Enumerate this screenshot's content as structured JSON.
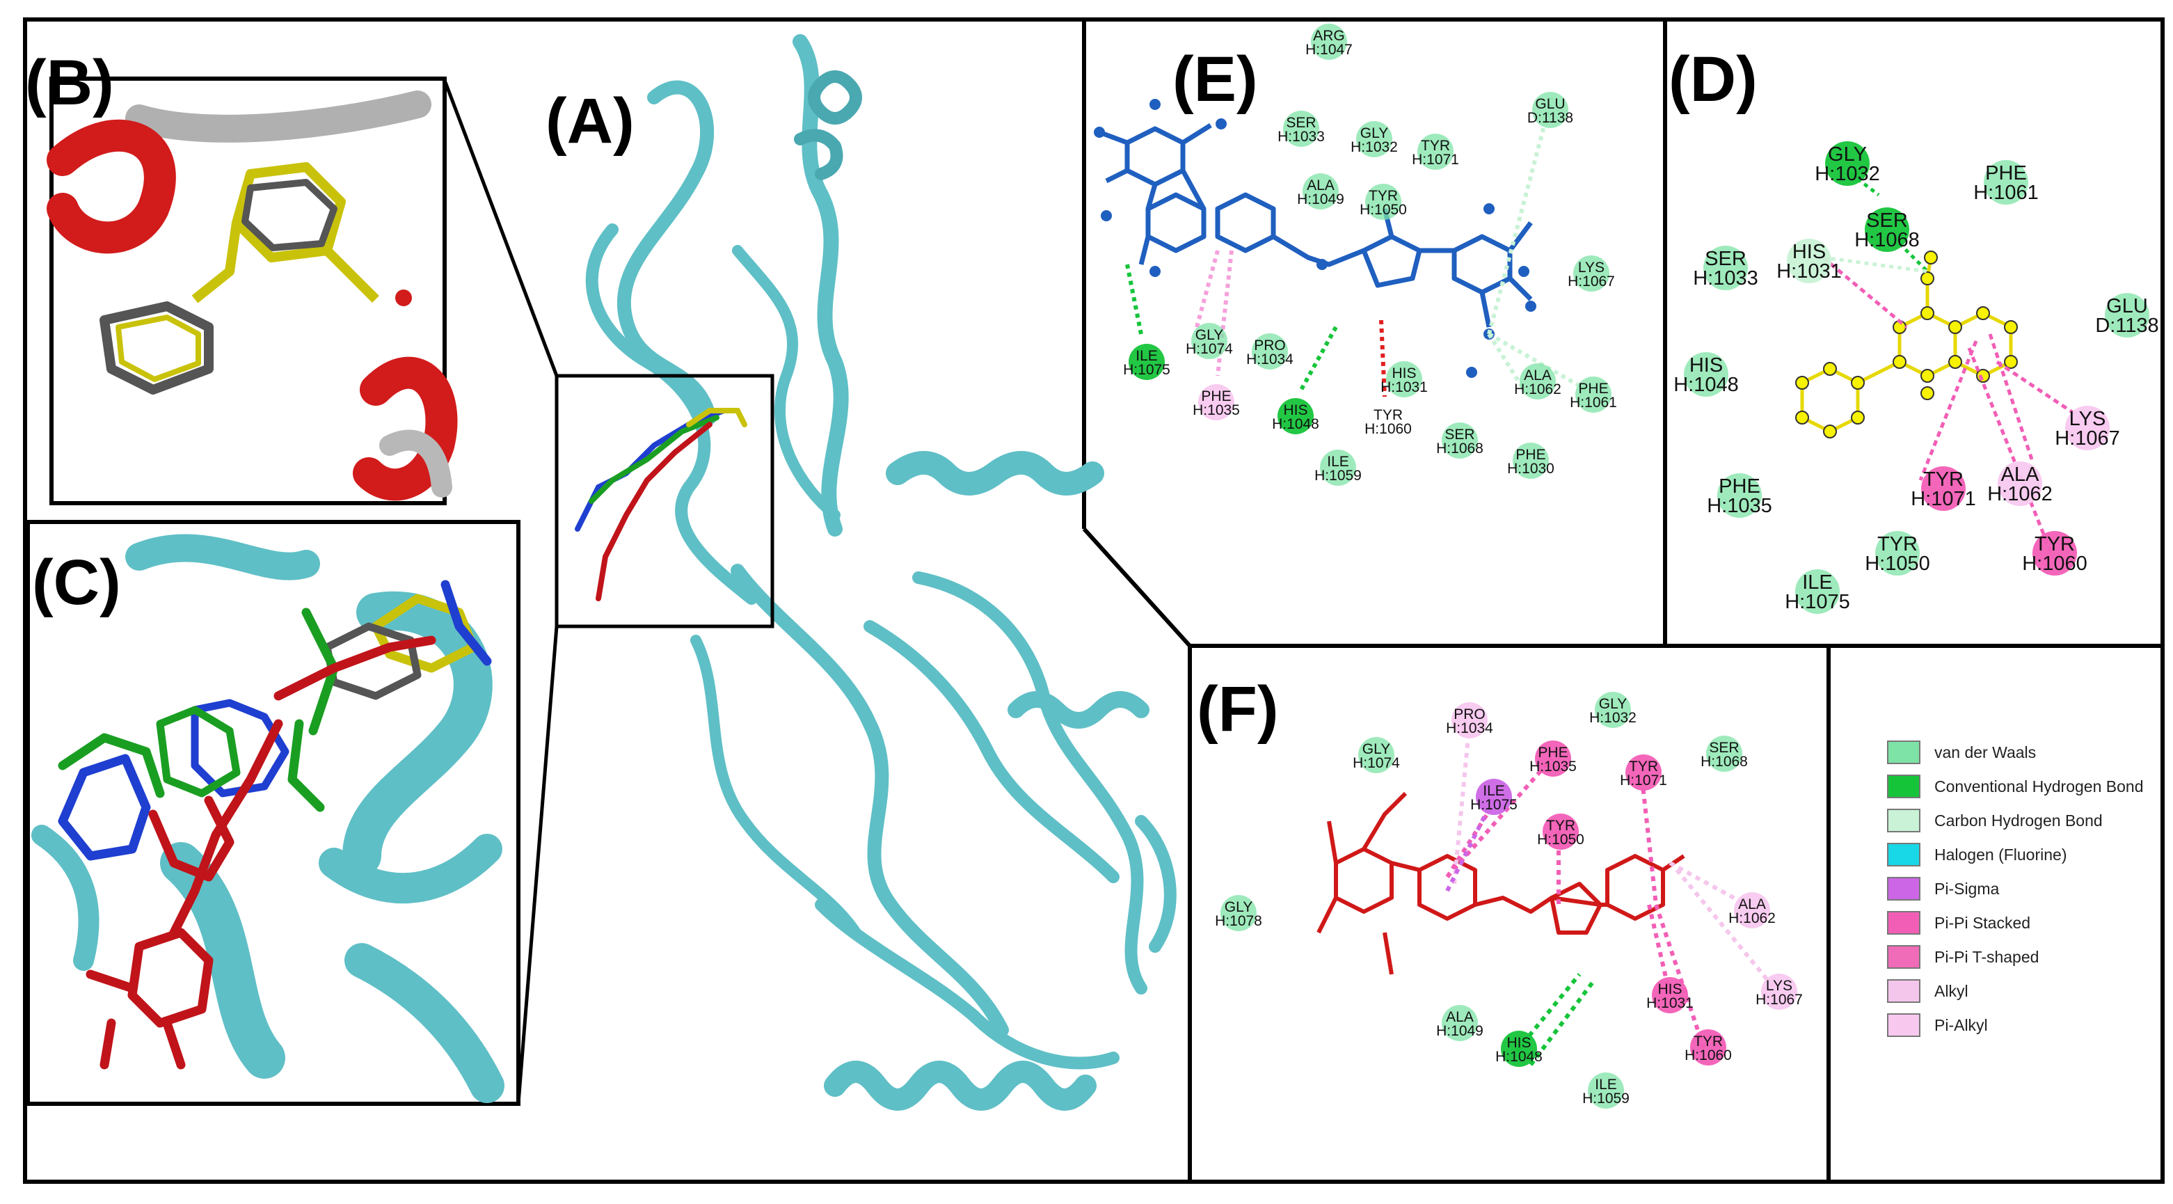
{
  "figure": {
    "panels": {
      "A": "(A)",
      "B": "(B)",
      "C": "(C)",
      "D": "(D)",
      "E": "(E)",
      "F": "(F)"
    },
    "colors": {
      "protein_ribbon": "#5fbfc6",
      "ligand_blue": "#1f3fd0",
      "ligand_green": "#1a9e22",
      "ligand_red": "#c0141a",
      "ligand_yellow": "#c9c20a",
      "ligand_grey": "#555555",
      "vdw": "#7ee3a6",
      "hbond": "#16c43a",
      "carbon_hbond": "#c9f2d6",
      "halogen": "#18d7e6",
      "pi_sigma": "#cc66e6",
      "pi_pi_stacked": "#f25eb6",
      "pi_pi_tshaped": "#f06bb8",
      "alkyl": "#f5c6ec",
      "pi_alkyl": "#f8c8ef"
    },
    "panel_E": {
      "residues": [
        {
          "code": "ARG",
          "num": "H:1047",
          "type": "vdw"
        },
        {
          "code": "SER",
          "num": "H:1033",
          "type": "vdw"
        },
        {
          "code": "GLY",
          "num": "H:1032",
          "type": "vdw"
        },
        {
          "code": "TYR",
          "num": "H:1071",
          "type": "vdw"
        },
        {
          "code": "GLU",
          "num": "D:1138",
          "type": "vdw"
        },
        {
          "code": "ALA",
          "num": "H:1049",
          "type": "vdw"
        },
        {
          "code": "TYR",
          "num": "H:1050",
          "type": "vdw"
        },
        {
          "code": "LYS",
          "num": "H:1067",
          "type": "vdw"
        },
        {
          "code": "ILE",
          "num": "H:1075",
          "type": "hbond"
        },
        {
          "code": "GLY",
          "num": "H:1074",
          "type": "vdw"
        },
        {
          "code": "PRO",
          "num": "H:1034",
          "type": "vdw"
        },
        {
          "code": "PHE",
          "num": "H:1035",
          "type": "pi_alkyl"
        },
        {
          "code": "HIS",
          "num": "H:1048",
          "type": "hbond"
        },
        {
          "code": "HIS",
          "num": "H:1031",
          "type": "vdw"
        },
        {
          "code": "TYR",
          "num": "H:1060",
          "type": "none"
        },
        {
          "code": "ALA",
          "num": "H:1062",
          "type": "vdw"
        },
        {
          "code": "PHE",
          "num": "H:1061",
          "type": "vdw"
        },
        {
          "code": "SER",
          "num": "H:1068",
          "type": "vdw"
        },
        {
          "code": "PHE",
          "num": "H:1030",
          "type": "vdw"
        },
        {
          "code": "ILE",
          "num": "H:1059",
          "type": "vdw"
        }
      ]
    },
    "panel_D": {
      "residues": [
        {
          "code": "GLY",
          "num": "H:1032",
          "type": "hbond"
        },
        {
          "code": "PHE",
          "num": "H:1061",
          "type": "vdw"
        },
        {
          "code": "SER",
          "num": "H:1068",
          "type": "hbond"
        },
        {
          "code": "HIS",
          "num": "H:1031",
          "type": "carbon_hbond"
        },
        {
          "code": "SER",
          "num": "H:1033",
          "type": "vdw"
        },
        {
          "code": "GLU",
          "num": "D:1138",
          "type": "vdw"
        },
        {
          "code": "HIS",
          "num": "H:1048",
          "type": "vdw"
        },
        {
          "code": "LYS",
          "num": "H:1067",
          "type": "pi_alkyl"
        },
        {
          "code": "PHE",
          "num": "H:1035",
          "type": "vdw"
        },
        {
          "code": "TYR",
          "num": "H:1071",
          "type": "pi_pi_stacked"
        },
        {
          "code": "ALA",
          "num": "H:1062",
          "type": "pi_alkyl"
        },
        {
          "code": "TYR",
          "num": "H:1050",
          "type": "vdw"
        },
        {
          "code": "TYR",
          "num": "H:1060",
          "type": "pi_pi_stacked"
        },
        {
          "code": "ILE",
          "num": "H:1075",
          "type": "vdw"
        }
      ]
    },
    "panel_F": {
      "residues": [
        {
          "code": "PRO",
          "num": "H:1034",
          "type": "pi_alkyl"
        },
        {
          "code": "GLY",
          "num": "H:1032",
          "type": "vdw"
        },
        {
          "code": "GLY",
          "num": "H:1074",
          "type": "vdw"
        },
        {
          "code": "PHE",
          "num": "H:1035",
          "type": "pi_pi_stacked"
        },
        {
          "code": "TYR",
          "num": "H:1071",
          "type": "pi_pi_stacked"
        },
        {
          "code": "SER",
          "num": "H:1068",
          "type": "vdw"
        },
        {
          "code": "ILE",
          "num": "H:1075",
          "type": "pi_sigma"
        },
        {
          "code": "TYR",
          "num": "H:1050",
          "type": "pi_pi_stacked"
        },
        {
          "code": "GLY",
          "num": "H:1078",
          "type": "vdw"
        },
        {
          "code": "ALA",
          "num": "H:1062",
          "type": "pi_alkyl"
        },
        {
          "code": "LYS",
          "num": "H:1067",
          "type": "pi_alkyl"
        },
        {
          "code": "HIS",
          "num": "H:1031",
          "type": "pi_pi_stacked"
        },
        {
          "code": "ALA",
          "num": "H:1049",
          "type": "vdw"
        },
        {
          "code": "HIS",
          "num": "H:1048",
          "type": "hbond"
        },
        {
          "code": "TYR",
          "num": "H:1060",
          "type": "pi_pi_stacked"
        },
        {
          "code": "ILE",
          "num": "H:1059",
          "type": "vdw"
        }
      ]
    },
    "legend": [
      {
        "label": "van der Waals",
        "color": "#7ee3a6"
      },
      {
        "label": "Conventional Hydrogen Bond",
        "color": "#16c43a"
      },
      {
        "label": "Carbon Hydrogen Bond",
        "color": "#c9f2d6"
      },
      {
        "label": "Halogen (Fluorine)",
        "color": "#18d7e6"
      },
      {
        "label": "Pi-Sigma",
        "color": "#cc66e6"
      },
      {
        "label": "Pi-Pi Stacked",
        "color": "#f25eb6"
      },
      {
        "label": "Pi-Pi T-shaped",
        "color": "#f06bb8"
      },
      {
        "label": "Alkyl",
        "color": "#f5c6ec"
      },
      {
        "label": "Pi-Alkyl",
        "color": "#f8c8ef"
      }
    ]
  }
}
